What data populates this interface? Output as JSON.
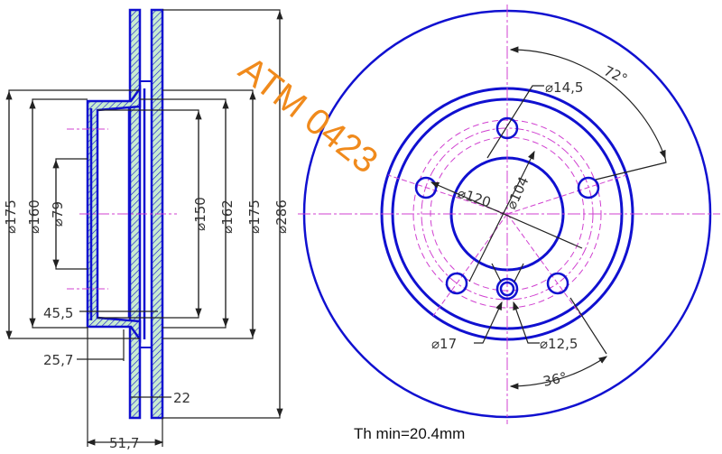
{
  "watermark": "ATM 0423",
  "note": "Th min=20.4mm",
  "section_view": {
    "dims": {
      "d175_left": "⌀175",
      "d160": "⌀160",
      "d79": "⌀79",
      "d150": "⌀150",
      "d162": "⌀162",
      "d175_right": "⌀175",
      "d286": "⌀286",
      "offset_45_5": "45,5",
      "offset_25_7": "25,7",
      "thickness_22": "22",
      "height_51_7": "51,7"
    }
  },
  "front_view": {
    "dims": {
      "hole_14_5": "⌀14,5",
      "angle_72": "72°",
      "bolt_circle_120": "⌀120",
      "bore_104": "⌀104",
      "hole_17": "⌀17",
      "hole_12_5": "⌀12,5",
      "angle_36": "36°"
    }
  },
  "colors": {
    "outline": "#1010d0",
    "centerline": "#d040d0",
    "watermark": "#f08a1c"
  }
}
